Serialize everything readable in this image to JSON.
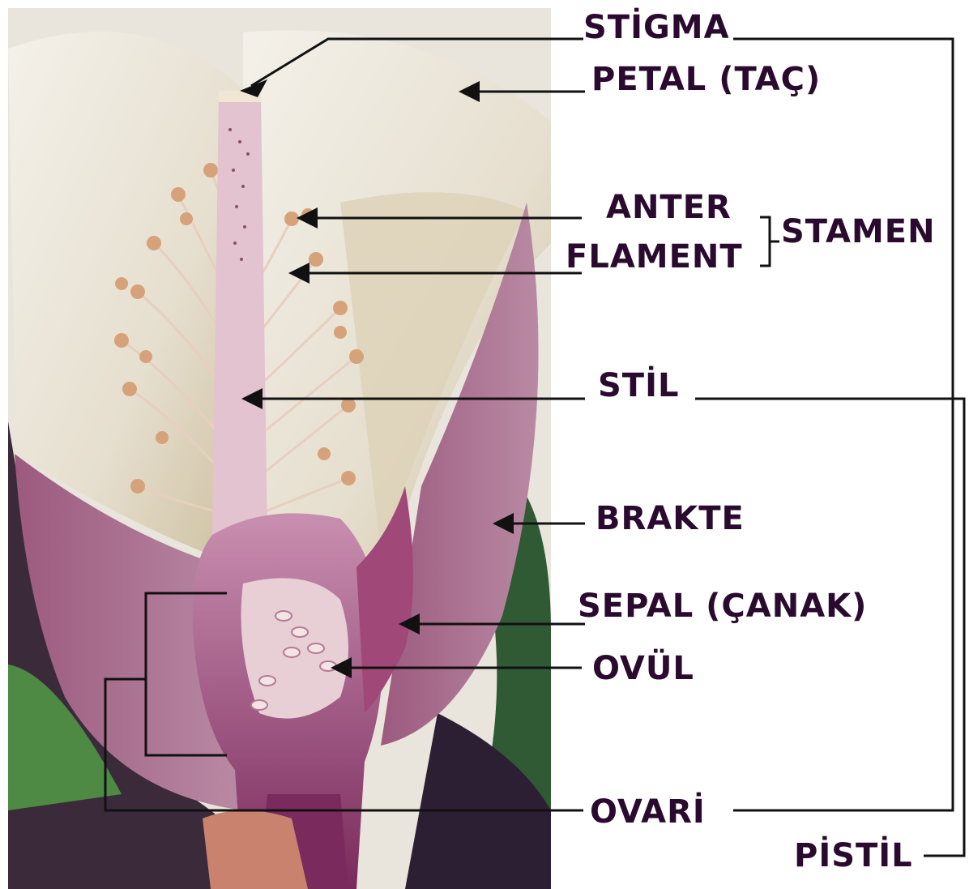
{
  "labels": {
    "stigma": "STİGMA",
    "petal": "PETAL (TAÇ)",
    "anter": "ANTER",
    "flament": "FLAMENT",
    "stamen": "STAMEN",
    "stil": "STİL",
    "brakte": "BRAKTE",
    "sepal": "SEPAL (ÇANAK)",
    "ovul": "OVÜL",
    "ovari": "OVARİ",
    "pistil": "PİSTİL"
  },
  "colors": {
    "label_text": "#2a0a2e",
    "line": "#111111",
    "petal": "#ece6d6",
    "tissue": "#8c3b6a",
    "anther": "#d6a27a",
    "leaf": "#3f7d3a"
  }
}
